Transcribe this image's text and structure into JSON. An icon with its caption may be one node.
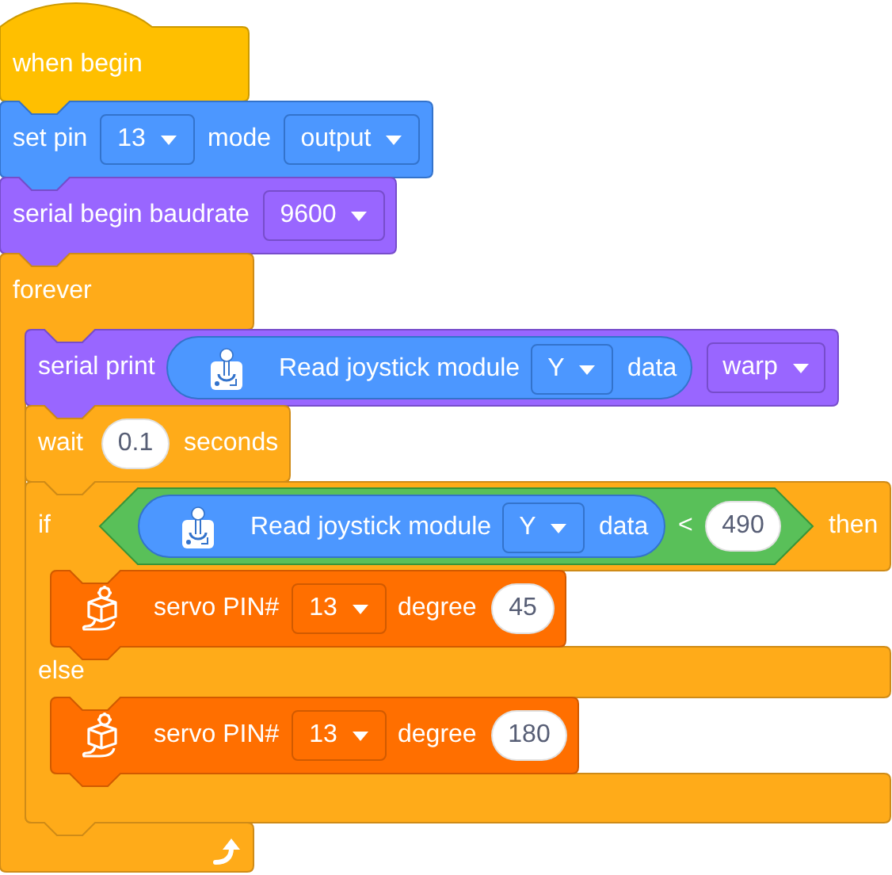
{
  "diagram": {
    "nodes": [
      {
        "text": [
          "when begin"
        ]
      },
      {
        "text": [
          "set pin",
          "mode"
        ]
      },
      {
        "text": [
          "13"
        ],
        "in": 1
      },
      {
        "text": [
          "output"
        ],
        "in": 1
      },
      {
        "text": [
          "serial begin baudrate"
        ]
      },
      {
        "text": [
          "9600"
        ],
        "in": 4
      },
      {
        "text": [
          "forever"
        ]
      },
      {
        "text": [
          "serial print"
        ]
      },
      {
        "text": [
          "Read joystick module",
          "data"
        ],
        "in": 7
      },
      {
        "text": [
          "Y"
        ],
        "in": 8
      },
      {
        "text": [
          "warp"
        ],
        "in": 7
      },
      {
        "text": [
          "wait",
          "seconds"
        ]
      },
      {
        "text": [
          "0.1"
        ],
        "in": 11
      },
      {
        "text": [
          "if",
          "then",
          "else"
        ]
      },
      {
        "text": [
          "<"
        ],
        "in": 13
      },
      {
        "text": [
          "Read joystick module",
          "data"
        ],
        "in": 14
      },
      {
        "text": [
          "Y"
        ],
        "in": 15
      },
      {
        "text": [
          "490"
        ],
        "in": 14
      },
      {
        "text": [
          "servo PIN#",
          "degree"
        ],
        "in": 13
      },
      {
        "text": [
          "13"
        ],
        "in": 18
      },
      {
        "text": [
          "45"
        ],
        "in": 18
      },
      {
        "text": [
          "servo PIN#",
          "degree"
        ],
        "in": 13
      },
      {
        "text": [
          "13"
        ],
        "in": 21
      },
      {
        "text": [
          "180"
        ],
        "in": 21
      }
    ]
  }
}
